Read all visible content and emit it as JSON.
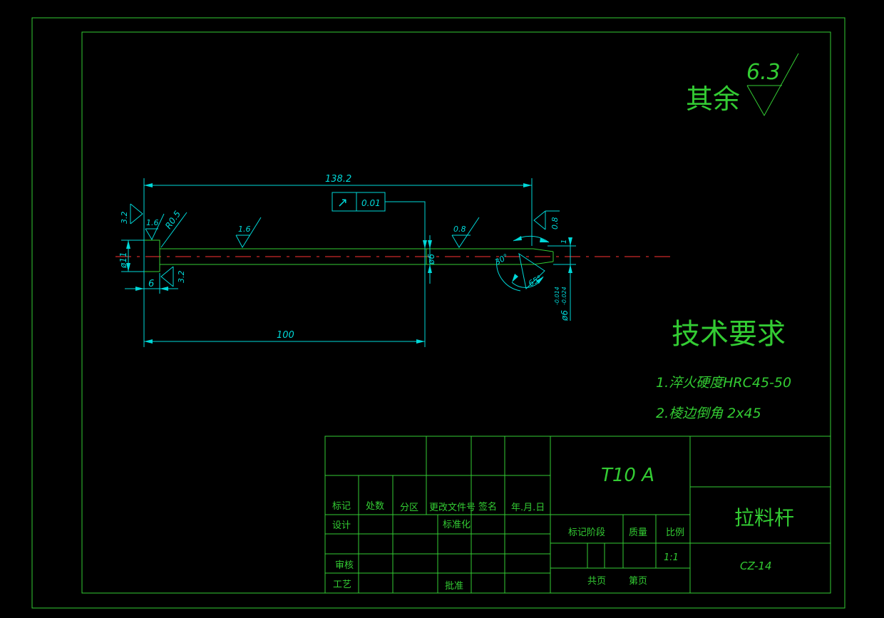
{
  "surface_note": {
    "prefix": "其余",
    "roughness": "6.3"
  },
  "dimensions": {
    "overall_length": "138.2",
    "step_length": "100",
    "head_length": "6",
    "head_diameter": "ø11",
    "shank_diameter": "ø6",
    "tip_diameter": "ø6",
    "tip_tol_upper": "-0.014",
    "tip_tol_lower": "-0.024",
    "fillet": "R0.5",
    "chamfer_len": "1",
    "angle_small": "30°",
    "angle_large": "65°"
  },
  "roughness_marks": {
    "head_left": "3.2",
    "head_top": "1.6",
    "head_bottom": "3.2",
    "shank": "1.6",
    "mid": "0.8",
    "tip": "0.8"
  },
  "runout": {
    "symbol": "↗",
    "value": "0.01"
  },
  "tech": {
    "title": "技术要求",
    "items": [
      "1.淬火硬度HRC45-50",
      "2.棱边倒角 2x45"
    ]
  },
  "title_block": {
    "material": "T10 A",
    "part_name": "拉料杆",
    "drawing_no": "CZ-14",
    "headers": [
      "标记",
      "处数",
      "分区",
      "更改文件号",
      "签名",
      "年.月.日"
    ],
    "design": "设计",
    "standard": "标准化",
    "review": "审核",
    "process": "工艺",
    "approve": "批准",
    "stage": "标记阶段",
    "weight": "质量",
    "scale_label": "比例",
    "scale_value": "1:1",
    "sheets": "共页",
    "sheet_no": "第页"
  }
}
